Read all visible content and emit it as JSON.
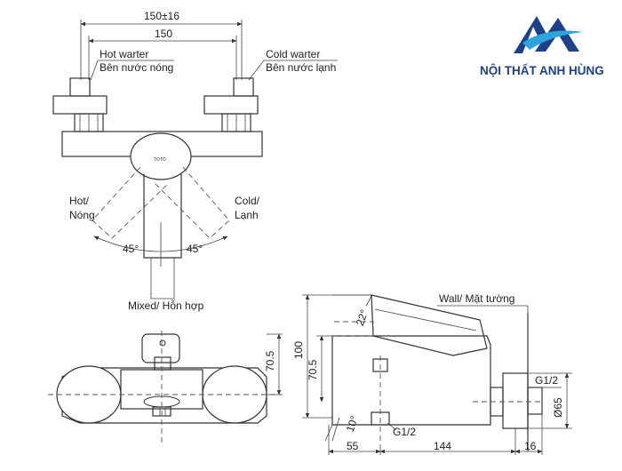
{
  "brand": {
    "name": "NỘI THẤT ANH HÙNG",
    "logo_letters": "AH",
    "colors": {
      "primary": "#1e3f8a",
      "accent": "#2ea3dc"
    }
  },
  "top_view": {
    "dim_outer": "150±16",
    "dim_inner": "150",
    "hot_label_en": "Hot warter",
    "hot_label_vi": "Bên nước nóng",
    "cold_label_en": "Cold warter",
    "cold_label_vi": "Bên nước lạnh",
    "handle_hot_en": "Hot/",
    "handle_hot_vi": "Nóng",
    "handle_cold_en": "Cold/",
    "handle_cold_vi": "Lạnh",
    "angle_left": "45°",
    "angle_right": "45°",
    "mixed_label": "Mixed/ Hỗn hợp"
  },
  "front_view": {
    "dim_height": "70.5"
  },
  "side_view": {
    "wall_label": "Wall/ Mặt tường",
    "angle_top": "22°",
    "dim_total_height": "100",
    "dim_height": "70.5",
    "angle_bottom": "10°",
    "thread_bottom": "G1/2",
    "thread_side": "G1/2",
    "dia_flange": "Ø65",
    "dim_55": "55",
    "dim_144": "144",
    "dim_16": "16"
  }
}
